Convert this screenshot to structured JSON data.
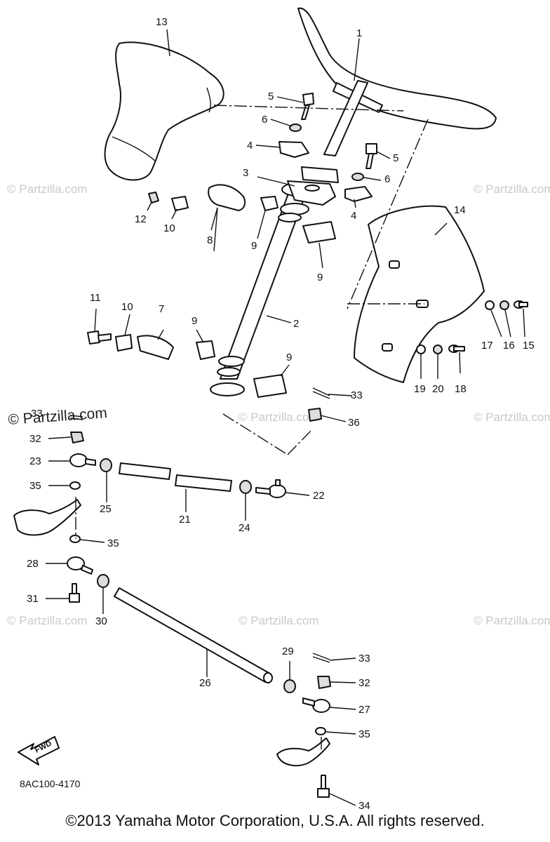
{
  "callouts": {
    "n1": "1",
    "n2": "2",
    "n3": "3",
    "n4a": "4",
    "n4b": "4",
    "n5a": "5",
    "n5b": "5",
    "n6a": "6",
    "n6b": "6",
    "n7": "7",
    "n8": "8",
    "n9a": "9",
    "n9b": "9",
    "n9c": "9",
    "n9d": "9",
    "n10a": "10",
    "n10b": "10",
    "n11": "11",
    "n12": "12",
    "n13": "13",
    "n14": "14",
    "n15": "15",
    "n16": "16",
    "n17": "17",
    "n18": "18",
    "n19": "19",
    "n20": "20",
    "n21": "21",
    "n22": "22",
    "n23": "23",
    "n24": "24",
    "n25": "25",
    "n26": "26",
    "n27": "27",
    "n28": "28",
    "n29": "29",
    "n30": "30",
    "n31": "31",
    "n32a": "32",
    "n32b": "32",
    "n33a": "33",
    "n33b": "33",
    "n33c": "33",
    "n34": "34",
    "n35a": "35",
    "n35b": "35",
    "n35c": "35",
    "n36": "36"
  },
  "watermark": "© Partzilla.com",
  "watermark_prominent": "© Partzilla.com",
  "fwd_label": "FWD",
  "diagram_code": "8AC100-4170",
  "copyright": "©2013 Yamaha Motor Corporation, U.S.A. All rights reserved."
}
